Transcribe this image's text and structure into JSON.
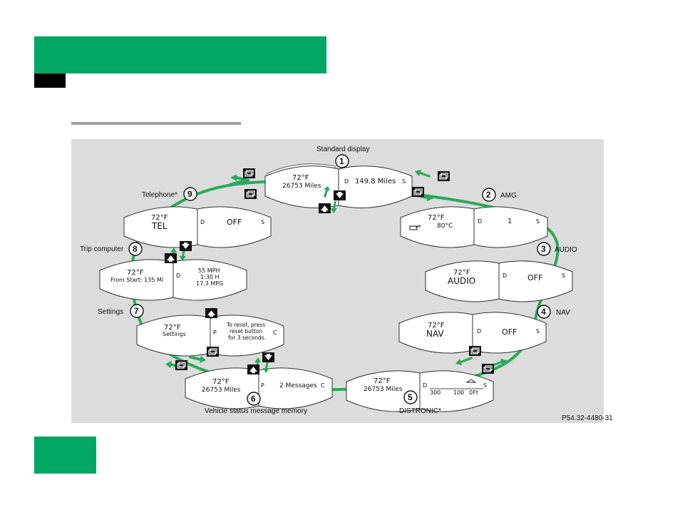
{
  "labels": {
    "standard": "Standard display",
    "amg": "AMG",
    "audio": "AUDIO",
    "nav": "NAV",
    "distronic": "DISTRONIC*",
    "vehicle_status": "Vehicle status message memory",
    "settings": "Settings",
    "trip": "Trip computer",
    "telephone": "Telephone*",
    "code": "P54.32-4480-31"
  },
  "numbers": [
    "1",
    "2",
    "3",
    "4",
    "5",
    "6",
    "7",
    "8",
    "9"
  ],
  "screens": {
    "s1_temp": "72°F",
    "s1_odo": "26753 Miles",
    "s1_r": "149.8 Miles",
    "s2_temp": "72°F",
    "s2_oil": "80°C",
    "s2_r": "1",
    "s3_temp": "72°F",
    "s3_name": "AUDIO",
    "s3_r": "OFF",
    "s4_temp": "72°F",
    "s4_name": "NAV",
    "s4_r": "OFF",
    "s5_temp": "72°F",
    "s5_odo": "26753 Miles",
    "s5_scale": [
      "300",
      "100",
      "0Ft"
    ],
    "s6_temp": "72°F",
    "s6_odo": "26753 Miles",
    "s6_r": "2 Messages",
    "s7_temp": "72°F",
    "s7_name": "Settings",
    "s7_r": [
      "To reset, press",
      "reset button",
      "for 3 seconds."
    ],
    "s8_temp": "72°F",
    "s8_name": "From Start: 135 Mi",
    "s8_r": [
      "55 MPH",
      "1:30 H",
      "17.3 MPG"
    ],
    "s9_temp": "72°F",
    "s9_name": "TEL",
    "s9_r": "OFF"
  },
  "letters": {
    "d": "D",
    "s": "S",
    "p": "P",
    "c": "C"
  },
  "icons": [
    "menu-next-icon",
    "menu-prev-icon",
    "up-arrow-icon",
    "down-arrow-icon",
    "oil-temp-icon",
    "distronic-car-icon"
  ]
}
